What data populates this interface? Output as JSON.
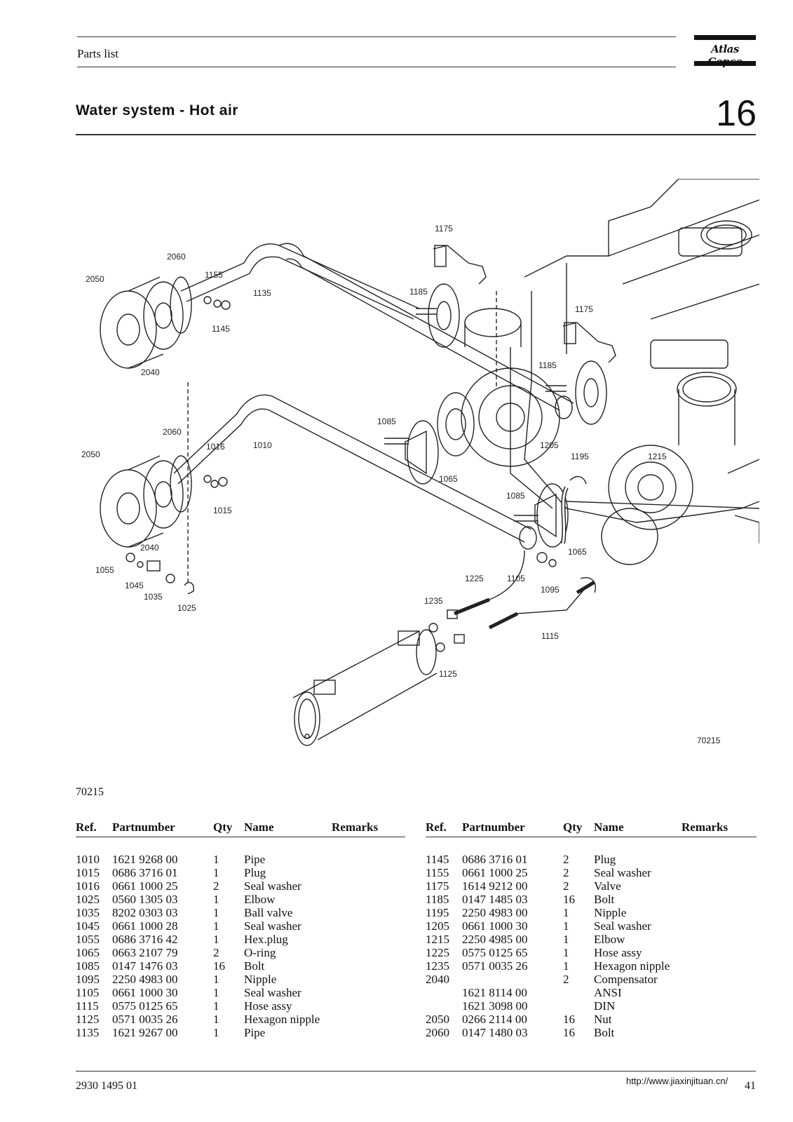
{
  "header": {
    "section_label": "Parts list",
    "logo_text": "Atlas Copco",
    "title": "Water system - Hot air",
    "chapter_number": "16"
  },
  "diagram": {
    "figure_code": "70215",
    "callouts": [
      "1175",
      "2060",
      "2050",
      "1155",
      "1135",
      "1185",
      "1145",
      "1175",
      "2040",
      "1185",
      "1085",
      "2060",
      "1016",
      "1010",
      "2050",
      "1205",
      "1195",
      "1215",
      "1065",
      "1015",
      "1085",
      "2040",
      "1065",
      "1055",
      "1045",
      "1225",
      "1105",
      "1095",
      "1035",
      "1025",
      "1235",
      "1115",
      "1125"
    ]
  },
  "figure_ref": "70215",
  "table": {
    "headers": {
      "ref": "Ref.",
      "part_number": "Partnumber",
      "qty": "Qty",
      "name": "Name",
      "remarks": "Remarks"
    },
    "left_rows": [
      {
        "ref": "1010",
        "part_number": "1621 9268 00",
        "qty": "1",
        "name": "Pipe",
        "remarks": ""
      },
      {
        "ref": "1015",
        "part_number": "0686 3716 01",
        "qty": "1",
        "name": "Plug",
        "remarks": ""
      },
      {
        "ref": "1016",
        "part_number": "0661 1000 25",
        "qty": "2",
        "name": "Seal washer",
        "remarks": ""
      },
      {
        "ref": "1025",
        "part_number": "0560 1305 03",
        "qty": "1",
        "name": "Elbow",
        "remarks": ""
      },
      {
        "ref": "1035",
        "part_number": "8202 0303 03",
        "qty": "1",
        "name": "Ball valve",
        "remarks": ""
      },
      {
        "ref": "1045",
        "part_number": "0661 1000 28",
        "qty": "1",
        "name": "Seal washer",
        "remarks": ""
      },
      {
        "ref": "1055",
        "part_number": "0686 3716 42",
        "qty": "1",
        "name": "Hex.plug",
        "remarks": ""
      },
      {
        "ref": "1065",
        "part_number": "0663 2107 79",
        "qty": "2",
        "name": "O-ring",
        "remarks": ""
      },
      {
        "ref": "1085",
        "part_number": "0147 1476 03",
        "qty": "16",
        "name": "Bolt",
        "remarks": ""
      },
      {
        "ref": "1095",
        "part_number": "2250 4983 00",
        "qty": "1",
        "name": "Nipple",
        "remarks": ""
      },
      {
        "ref": "1105",
        "part_number": "0661 1000 30",
        "qty": "1",
        "name": "Seal washer",
        "remarks": ""
      },
      {
        "ref": "1115",
        "part_number": "0575 0125 65",
        "qty": "1",
        "name": "Hose  assy",
        "remarks": ""
      },
      {
        "ref": "1125",
        "part_number": "0571 0035 26",
        "qty": "1",
        "name": "Hexagon nipple",
        "remarks": ""
      },
      {
        "ref": "1135",
        "part_number": "1621 9267 00",
        "qty": "1",
        "name": "Pipe",
        "remarks": ""
      }
    ],
    "right_rows": [
      {
        "ref": "1145",
        "part_number": "0686 3716 01",
        "qty": "2",
        "name": "Plug",
        "remarks": ""
      },
      {
        "ref": "1155",
        "part_number": "0661 1000 25",
        "qty": "2",
        "name": "Seal washer",
        "remarks": ""
      },
      {
        "ref": "1175",
        "part_number": "1614 9212 00",
        "qty": "2",
        "name": "Valve",
        "remarks": ""
      },
      {
        "ref": "1185",
        "part_number": "0147 1485 03",
        "qty": "16",
        "name": "Bolt",
        "remarks": ""
      },
      {
        "ref": "1195",
        "part_number": "2250 4983 00",
        "qty": "1",
        "name": "Nipple",
        "remarks": ""
      },
      {
        "ref": "1205",
        "part_number": "0661 1000 30",
        "qty": "1",
        "name": "Seal washer",
        "remarks": ""
      },
      {
        "ref": "1215",
        "part_number": "2250 4985 00",
        "qty": "1",
        "name": "Elbow",
        "remarks": ""
      },
      {
        "ref": "1225",
        "part_number": "0575 0125 65",
        "qty": "1",
        "name": "Hose  assy",
        "remarks": ""
      },
      {
        "ref": "1235",
        "part_number": "0571 0035 26",
        "qty": "1",
        "name": "Hexagon nipple",
        "remarks": ""
      },
      {
        "ref": "2040",
        "part_number": "",
        "qty": "2",
        "name": "Compensator",
        "remarks": ""
      },
      {
        "ref": "",
        "part_number": "1621 8114 00",
        "qty": "",
        "name": "ANSI",
        "remarks": ""
      },
      {
        "ref": "",
        "part_number": "1621 3098 00",
        "qty": "",
        "name": "DIN",
        "remarks": ""
      },
      {
        "ref": "2050",
        "part_number": "0266 2114 00",
        "qty": "16",
        "name": "Nut",
        "remarks": ""
      },
      {
        "ref": "2060",
        "part_number": "0147 1480 03",
        "qty": "16",
        "name": "Bolt",
        "remarks": ""
      }
    ]
  },
  "footer": {
    "doc_number": "2930 1495 01",
    "url": "http://www.jiaxinjituan.cn/",
    "page_number": "41"
  }
}
